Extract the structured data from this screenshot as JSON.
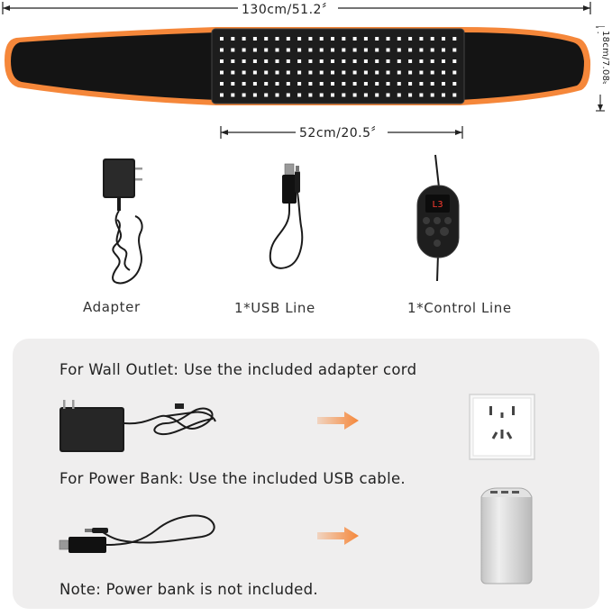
{
  "dimensions": {
    "total_length": "130cm/51.2〞",
    "panel_length": "52cm/20.5〞",
    "height": "18cm/7.08〞"
  },
  "components": [
    {
      "label": "Adapter",
      "icon": "adapter-icon"
    },
    {
      "label": "1*USB Line",
      "icon": "usb-line-icon"
    },
    {
      "label": "1*Control Line",
      "icon": "control-line-icon"
    }
  ],
  "controller": {
    "display": "L3"
  },
  "power": {
    "wall_note": "For Wall Outlet: Use the included adapter cord",
    "powerbank_note": "For Power Bank: Use the included USB cable.",
    "disclaimer": "Note: Power bank is not included."
  },
  "colors": {
    "accent_orange": "#f5873a",
    "belt_black": "#141414",
    "led_red": "#ff3b2f"
  }
}
